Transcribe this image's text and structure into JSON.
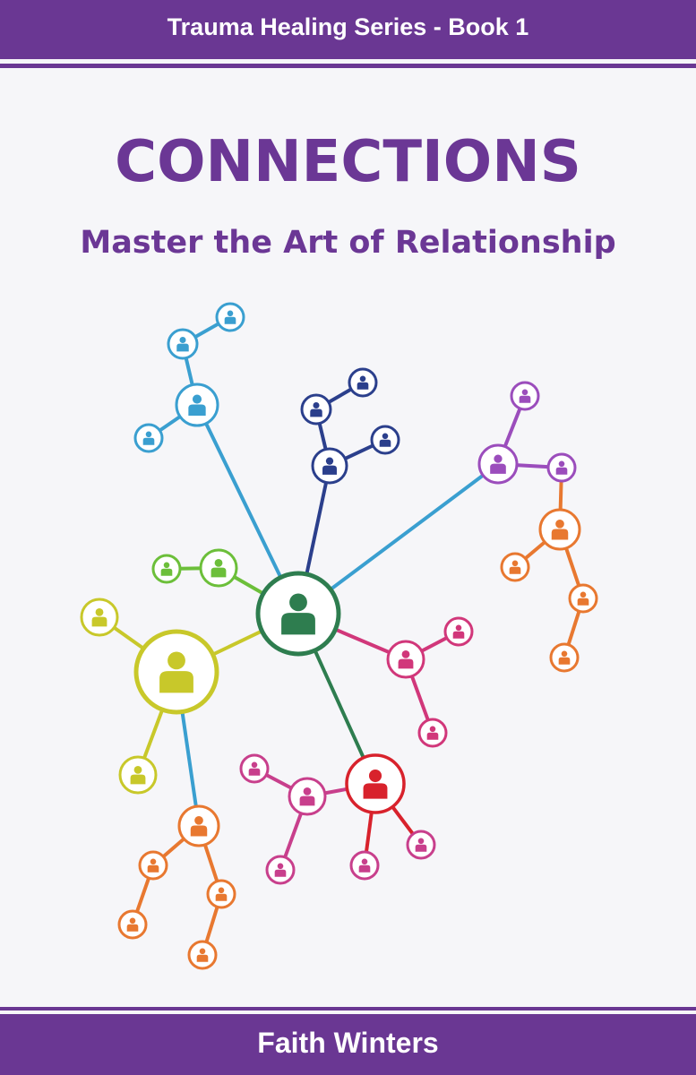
{
  "cover": {
    "series": "Trauma Healing Series - Book 1",
    "title": "CONNECTIONS",
    "subtitle": "Master the Art of Relationship",
    "author": "Faith Winters"
  },
  "colors": {
    "brand_purple": "#6a3793",
    "background": "#f6f6f9",
    "network": {
      "center": "#2e7d4f",
      "light_blue": "#3a9fd0",
      "navy": "#2b3f8c",
      "purple": "#9b4dbc",
      "orange": "#e87830",
      "green": "#6cbf3a",
      "yellow": "#c8c82a",
      "pink": "#d1377a",
      "red": "#d8222c",
      "magenta": "#c83f8c"
    }
  },
  "icons": [
    "person-icon"
  ]
}
